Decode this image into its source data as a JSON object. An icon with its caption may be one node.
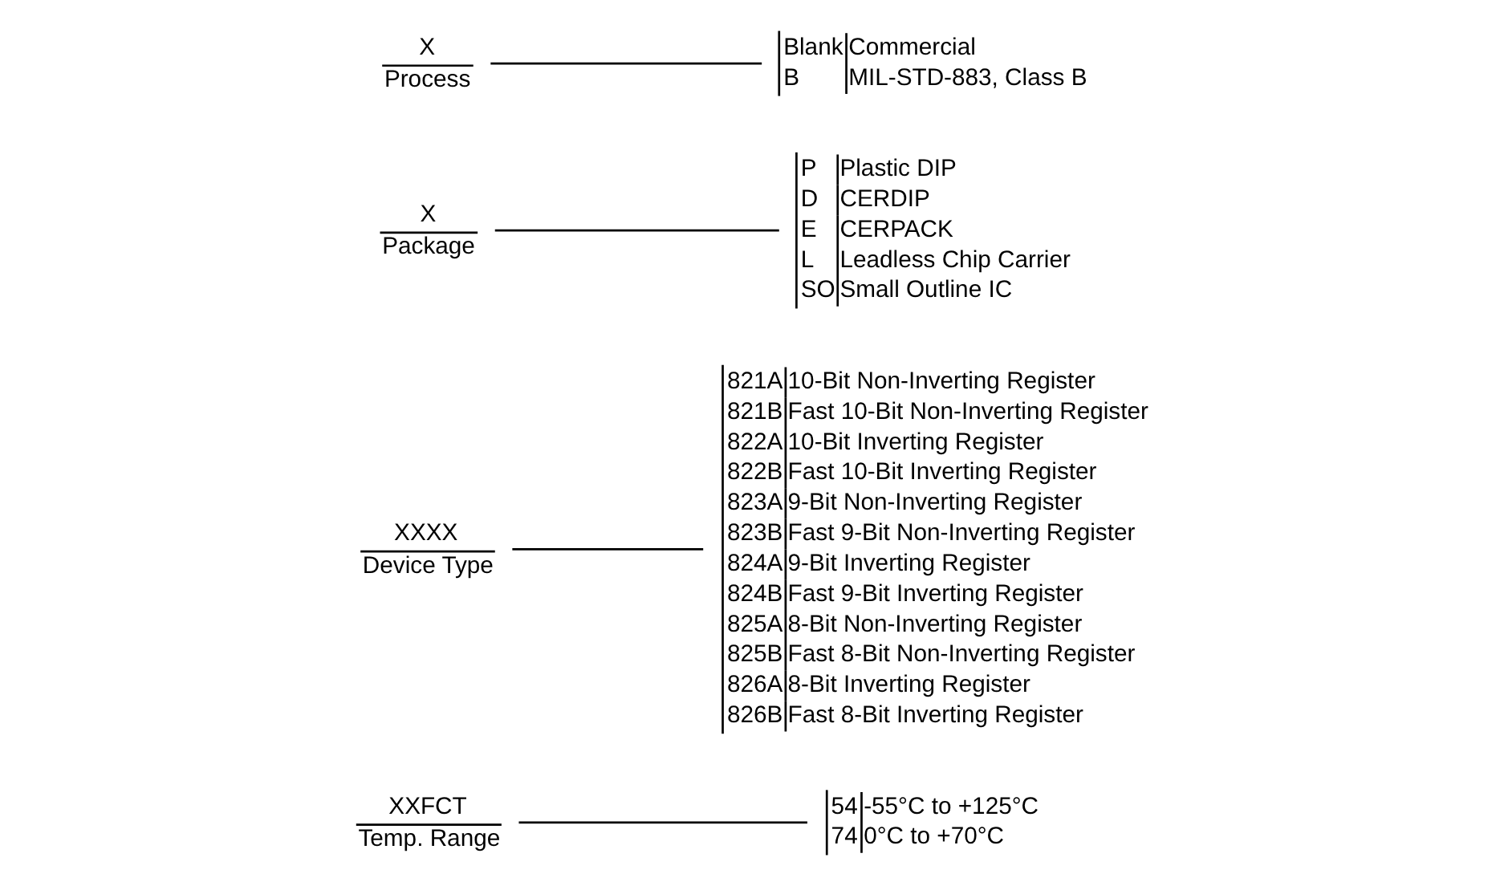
{
  "diagram": {
    "nodes": [
      {
        "text": [
          "XXFCT",
          "Temp. Range"
        ]
      },
      {
        "text": [
          "XXXX",
          "Device Type"
        ]
      },
      {
        "text": [
          "X",
          "Package"
        ]
      },
      {
        "text": [
          "X",
          "Process"
        ]
      },
      {
        "text": [
          "Blank",
          "Commercial",
          "B",
          "MIL-STD-883, Class B"
        ]
      },
      {
        "text": [
          "P",
          "Plastic DIP",
          "D",
          "CERDIP",
          "E",
          "CERPACK",
          "L",
          "Leadless Chip Carrier",
          "SO",
          "Small Outline IC"
        ]
      },
      {
        "text": [
          "821A",
          "10-Bit Non-Inverting Register",
          "821B",
          "Fast 10-Bit Non-Inverting Register",
          "822A",
          "10-Bit Inverting Register",
          "822B",
          "Fast 10-Bit Inverting Register",
          "823A",
          "9-Bit Non-Inverting Register",
          "823B",
          "Fast 9-Bit Non-Inverting Register",
          "824A",
          "9-Bit Inverting Register",
          "824B",
          "Fast 9-Bit Inverting Register",
          "825A",
          "8-Bit Non-Inverting Register",
          "825B",
          "Fast 8-Bit Non-Inverting Register",
          "826A",
          "8-Bit Inverting Register",
          "826B",
          "Fast 8-Bit Inverting Register"
        ]
      },
      {
        "text": [
          "54",
          "-55°C to +125°C",
          "74",
          "0°C to +70°C"
        ]
      }
    ],
    "edges": [
      {
        "from": 3,
        "to": 4,
        "arrow": "none"
      },
      {
        "from": 2,
        "to": 5,
        "arrow": "none"
      },
      {
        "from": 1,
        "to": 6,
        "arrow": "none"
      },
      {
        "from": 0,
        "to": 7,
        "arrow": "none"
      }
    ]
  }
}
